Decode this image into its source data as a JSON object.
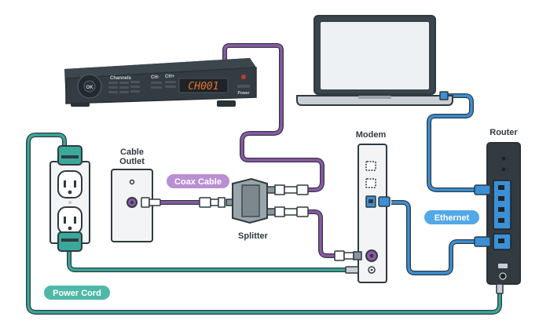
{
  "labels": {
    "cable_outlet_line1": "Cable",
    "cable_outlet_line2": "Outlet",
    "coax_cable": "Coax Cable",
    "splitter": "Splitter",
    "modem": "Modem",
    "router": "Router",
    "ethernet": "Ethernet",
    "power_cord": "Power Cord"
  },
  "cable_box": {
    "ok": "OK",
    "channels": "Channels",
    "ch_minus": "CH-",
    "ch_plus": "CH+",
    "display": "CH001",
    "power": "Power"
  },
  "colors": {
    "coax": "#8e58a8",
    "coax_badge": "#b98fd3",
    "ethernet": "#3b90d6",
    "ethernet_badge": "#52a8e8",
    "power": "#3aa89b",
    "power_badge": "#4fb8a8",
    "outline": "#2f3a40",
    "device_dark": "#333b42",
    "display_amber": "#e8742a"
  },
  "icons": [
    "cable-box",
    "laptop",
    "wall-outlet",
    "cable-outlet",
    "splitter",
    "modem",
    "router"
  ]
}
